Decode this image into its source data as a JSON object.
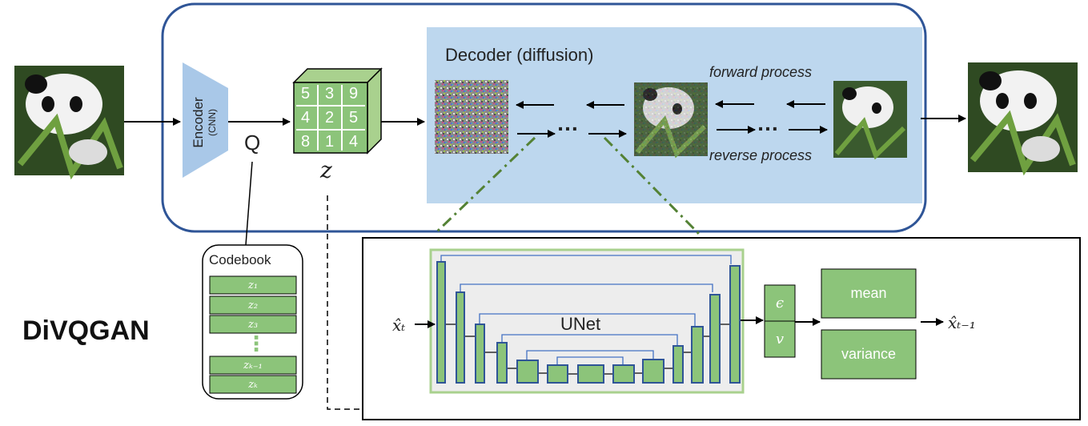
{
  "title": "DiVQGAN",
  "encoder": {
    "label": "Encoder",
    "sublabel": "(CNN)"
  },
  "quantizer_label": "Q",
  "latent": {
    "grid": [
      "5",
      "3",
      "9",
      "4",
      "2",
      "5",
      "8",
      "1",
      "4"
    ],
    "label": "z"
  },
  "decoder": {
    "title": "Decoder (diffusion)",
    "forward_label": "forward process",
    "reverse_label": "reverse process",
    "ellipsis": "…"
  },
  "codebook": {
    "title": "Codebook",
    "entries": [
      "z₁",
      "z₂",
      "z₃",
      "zₖ₋₁",
      "zₖ"
    ],
    "dots": "⋮"
  },
  "unet": {
    "label": "UNet",
    "input_label": "x̂ₜ",
    "output_label": "x̂ₜ₋₁",
    "eps_label": "ϵ",
    "v_label": "𝑣",
    "mean_label": "mean",
    "variance_label": "variance"
  },
  "colors": {
    "accent_blue": "#2F5597",
    "decoder_bg": "#BDD7EE",
    "green_fill": "#8CC47A",
    "green_border": "#A9D18E",
    "dash_green": "#548235",
    "unet_bg": "#EDEDED",
    "encoder_fill": "#A9C8E8"
  }
}
